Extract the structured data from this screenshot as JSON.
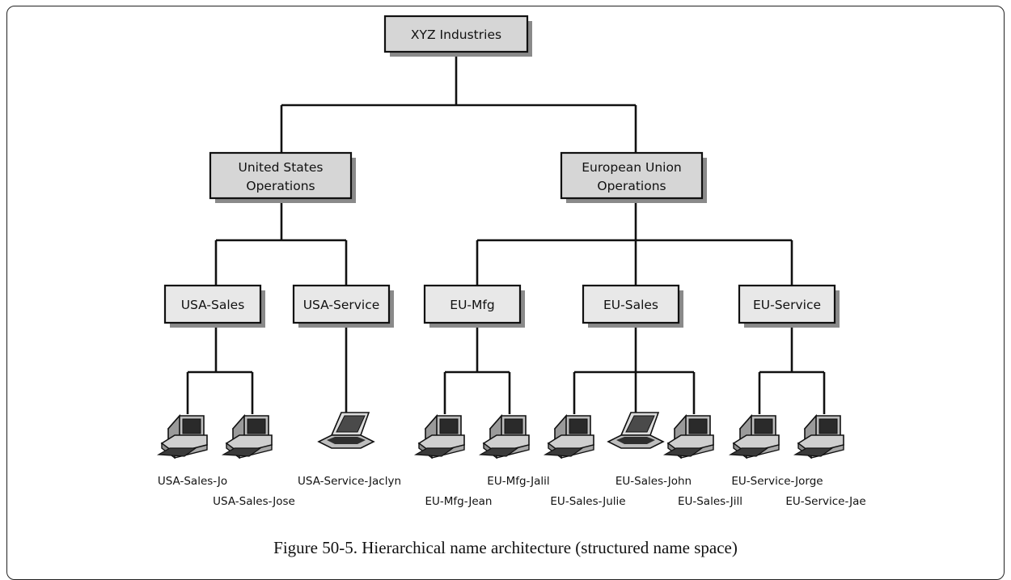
{
  "diagram": {
    "root": "XYZ Industries",
    "regions": {
      "us": [
        "United States",
        "Operations"
      ],
      "eu": [
        "European Union",
        "Operations"
      ]
    },
    "departments": {
      "usa_sales": "USA-Sales",
      "usa_service": "USA-Service",
      "eu_mfg": "EU-Mfg",
      "eu_sales": "EU-Sales",
      "eu_service": "EU-Service"
    },
    "hosts": {
      "usa_sales_jo": "USA-Sales-Jo",
      "usa_sales_jose": "USA-Sales-Jose",
      "usa_service_jaclyn": "USA-Service-Jaclyn",
      "eu_mfg_jalil": "EU-Mfg-Jalil",
      "eu_mfg_jean": "EU-Mfg-Jean",
      "eu_sales_john": "EU-Sales-John",
      "eu_sales_julie": "EU-Sales-Julie",
      "eu_sales_jill": "EU-Sales-Jill",
      "eu_service_jorge": "EU-Service-Jorge",
      "eu_service_jae": "EU-Service-Jae"
    },
    "icons": {
      "desktop": "desktop-computer-icon",
      "laptop": "laptop-computer-icon"
    }
  },
  "caption": "Figure 50-5. Hierarchical name architecture (structured name space)"
}
